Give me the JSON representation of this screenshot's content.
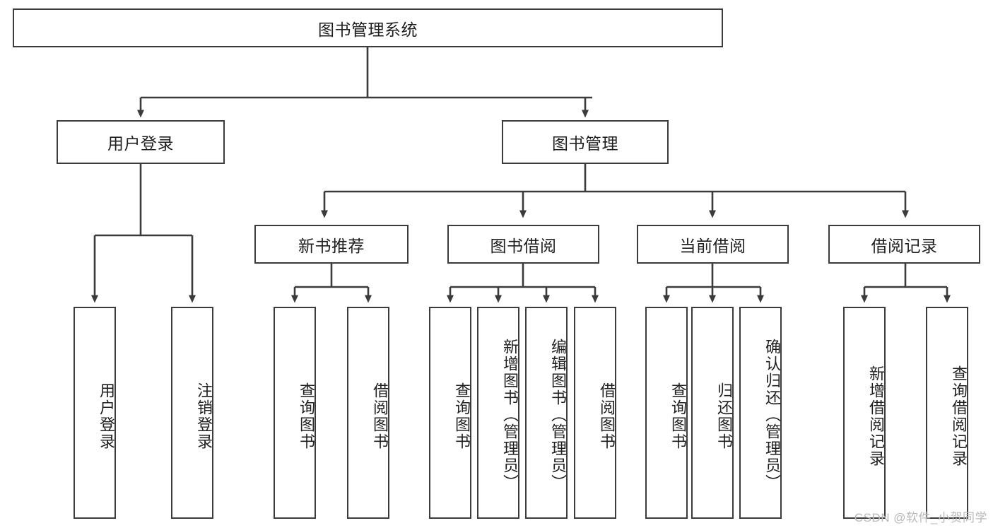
{
  "diagram": {
    "type": "tree",
    "title": "图书管理系统",
    "root": {
      "label": "图书管理系统"
    },
    "level2": [
      {
        "label": "用户登录"
      },
      {
        "label": "图书管理"
      }
    ],
    "level3": [
      {
        "label": "新书推荐"
      },
      {
        "label": "图书借阅"
      },
      {
        "label": "当前借阅"
      },
      {
        "label": "借阅记录"
      }
    ],
    "leaves": {
      "user_login": [
        {
          "label": "用户登录"
        },
        {
          "label": "注销登录"
        }
      ],
      "new_book_recommend": [
        {
          "label": "查询图书"
        },
        {
          "label": "借阅图书"
        }
      ],
      "book_borrow": [
        {
          "label": "查询图书"
        },
        {
          "label": "新增图书（管理员）"
        },
        {
          "label": "编辑图书（管理员）"
        },
        {
          "label": "借阅图书"
        }
      ],
      "current_borrow": [
        {
          "label": "查询图书"
        },
        {
          "label": "归还图书"
        },
        {
          "label": "确认归还（管理员）"
        }
      ],
      "borrow_record": [
        {
          "label": "新增借阅记录"
        },
        {
          "label": "查询借阅记录"
        }
      ]
    }
  },
  "watermark": {
    "text": "CSDN @软件_小贺同学"
  },
  "colors": {
    "line": "#3b3b3d",
    "box_border": "#3b3b3d",
    "background": "#ffffff",
    "text": "#1f1f1f",
    "watermark": "#b9b9b9"
  }
}
